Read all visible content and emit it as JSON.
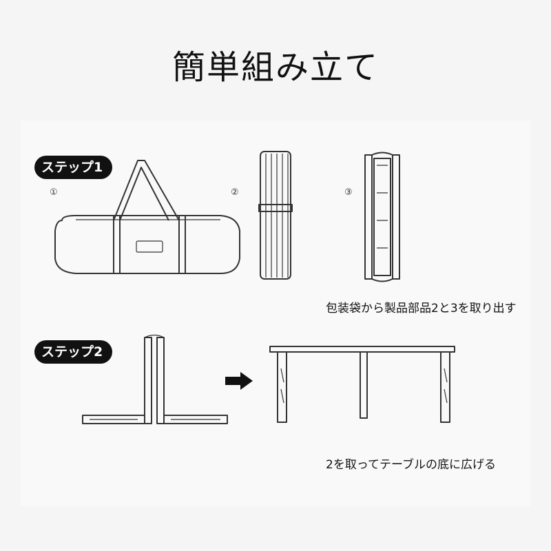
{
  "title": "簡単組み立て",
  "steps": [
    {
      "badge": "ステップ1",
      "items": [
        "①",
        "②",
        "③"
      ],
      "caption": "包装袋から製品部品2と3を取り出す"
    },
    {
      "badge": "ステップ2",
      "caption": "2を取ってテーブルの底に広げる"
    }
  ],
  "icons": {
    "arrow": "arrow-right-icon"
  }
}
